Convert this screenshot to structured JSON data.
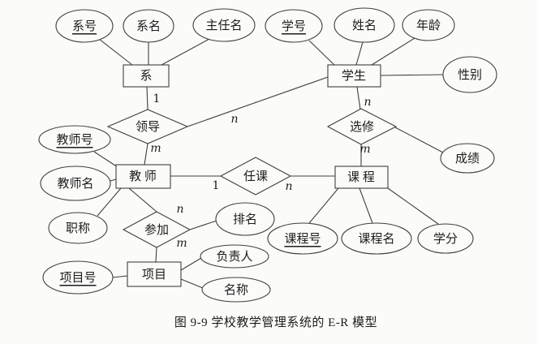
{
  "figure": {
    "caption": "图 9-9  学校教学管理系统的 E-R 模型",
    "type": "entity-relationship-diagram"
  },
  "entities": {
    "dept": "系",
    "student": "学生",
    "teacher": "教 师",
    "course": "课 程",
    "project": "项目"
  },
  "relationships": {
    "lead": "领导",
    "elect": "选修",
    "teach": "任课",
    "join": "参加"
  },
  "attributes": {
    "dept_no": "系号",
    "dept_name": "系名",
    "director_name": "主任名",
    "student_no": "学号",
    "name": "姓名",
    "age": "年龄",
    "gender": "性别",
    "score": "成绩",
    "teacher_no": "教师号",
    "teacher_name": "教师名",
    "title": "职称",
    "rank": "排名",
    "course_no": "课程号",
    "course_name": "课程名",
    "credit": "学分",
    "project_no": "项目号",
    "leader": "负责人",
    "project_name": "名称"
  },
  "primary_keys": [
    "系号",
    "学号",
    "教师号",
    "课程号",
    "项目号"
  ],
  "cardinalities": {
    "dept_lead": "1",
    "lead_teacher": "m",
    "lead_student": "n",
    "student_elect": "n",
    "elect_course": "m",
    "teacher_teach": "1",
    "teach_course": "n",
    "teacher_join": "n",
    "join_project": "m"
  },
  "colors": {
    "line": "#3f3f3f",
    "background": "#fbfbf9",
    "text": "#1c1c1c"
  }
}
